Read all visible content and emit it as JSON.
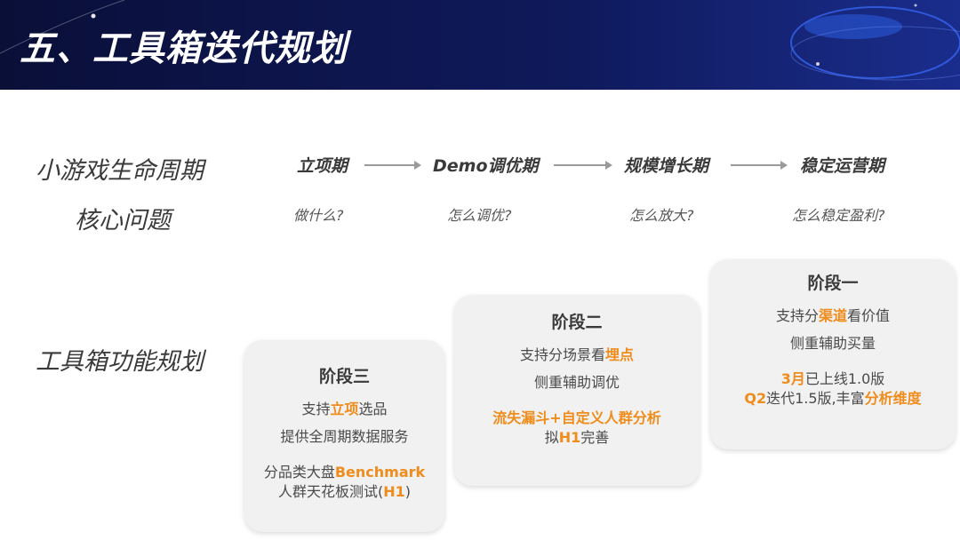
{
  "title": "五、工具箱迭代规划",
  "labels": {
    "lifecycle": "小游戏生命周期",
    "core": "核心问题",
    "plan": "工具箱功能规划"
  },
  "stages": [
    "立项期",
    "Demo调优期",
    "规模增长期",
    "稳定运营期"
  ],
  "questions": [
    "做什么?",
    "怎么调优?",
    "怎么放大?",
    "怎么稳定盈利?"
  ],
  "cards": {
    "three": {
      "title": "阶段三",
      "l1a": "支持",
      "l1b": "立项",
      "l1c": "选品",
      "l2": "提供全周期数据服务",
      "l3a": "分品类大盘",
      "l3b": "Benchmark",
      "l4a": "人群天花板测试(",
      "l4b": "H1",
      "l4c": ")"
    },
    "two": {
      "title": "阶段二",
      "l1a": "支持分场景看",
      "l1b": "埋点",
      "l2": "侧重辅助调优",
      "l3": "流失漏斗+自定义人群分析",
      "l4a": "拟",
      "l4b": "H1",
      "l4c": "完善"
    },
    "one": {
      "title": "阶段一",
      "l1a": "支持分",
      "l1b": "渠道",
      "l1c": "看价值",
      "l2": "侧重辅助买量",
      "l3a": "3月",
      "l3b": "已上线1.0版",
      "l4a": "Q2",
      "l4b": "迭代1.5版,丰富",
      "l4c": "分析维度"
    }
  },
  "colors": {
    "accent": "#f08c1b",
    "header": "#0f1a5c"
  }
}
